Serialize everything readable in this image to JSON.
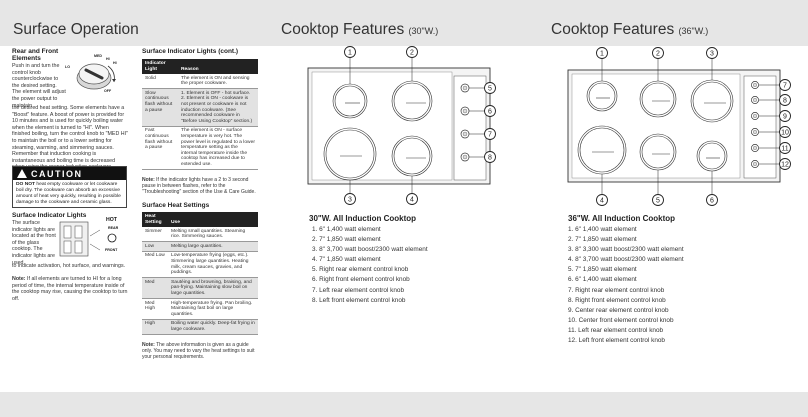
{
  "headers": {
    "surface_operation": "Surface Operation",
    "features_30": {
      "main": "Cooktop Features",
      "sub": "(30\"W.)"
    },
    "features_36": {
      "main": "Cooktop Features",
      "sub": "(36\"W.)"
    }
  },
  "rear_front": {
    "title": "Rear and Front Elements",
    "text_narrow": "Push in and turn the control knob counterclockwise to the desired setting. The element will adjust the power output to maintain",
    "text_wide": "the desired heat setting. Some elements have a \"Boost\" feature. A boost of power is provided for 10 minutes and is used for quickly boiling water when the element is turned to \"HI\". When finished boiling, turn the control knob to \"MED HI\" to maintain the boil or to a lower setting for steaming, warming, and simmering sauces. Remember that induction cooking is instantaneous and boiling time is decreased when using the proper induction cookware.",
    "knob_labels": [
      "MED",
      "HI",
      "LO",
      "HI",
      "OFF"
    ]
  },
  "caution": {
    "title": "CAUTION",
    "text_bold": "DO NOT",
    "text": "heat empty cookware or let cookware boil dry. The cookware can absorb an excessive amount of heat very quickly, resulting in possible damage to the cookware and ceramic glass."
  },
  "indicator_lights": {
    "title": "Surface Indicator Lights",
    "text_narrow": "The surface indicator lights are located at the front of the glass cooktop. The indicator lights are used",
    "text_wide": "to indicate activation, hot surface, and warnings.",
    "hot_label": "HOT",
    "rear_label": "REAR",
    "front_label": "FRONT",
    "note_label": "Note:",
    "note": "If all elements are turned to HI for a long period of time, the internal temperature inside of the cooktop may rise, causing the cooktop to turn off."
  },
  "indicator_table": {
    "title": "Surface Indicator Lights (cont.)",
    "headers": [
      "Indicator Light",
      "Reason"
    ],
    "rows": [
      {
        "light": "Solid",
        "reason": "The element is ON and sensing the proper cookware."
      },
      {
        "light": "Slow continuous flash without a pause",
        "reason": "1. Element is OFF - hot surface. 2. Element is ON - cookware is not present or cookware is not induction cookware. (See recommended cookware in \"Before Using Cooktop\" section.)"
      },
      {
        "light": "Fast continuous flash without a pause",
        "reason": "The element is ON - surface temperature is very hot. The power level is regulated to a lower temperature setting as the internal temperature inside the cooktop has increased due to extended use."
      }
    ],
    "note_label": "Note:",
    "note": "If the indicator lights have a 2 to 3 second pause in between flashes, refer to the \"Troubleshooting\" section of the Use & Care Guide."
  },
  "heat_table": {
    "title": "Surface Heat Settings",
    "headers": [
      "Heat Setting",
      "Use"
    ],
    "rows": [
      {
        "setting": "Simmer",
        "use": "Melting small quantities. Steaming rice. Simmering sauces."
      },
      {
        "setting": "Low",
        "use": "Melting large quantities."
      },
      {
        "setting": "Med Low",
        "use": "Low-temperature frying (eggs, etc.). Simmering large quantities. Heating milk, cream sauces, gravies, and puddings."
      },
      {
        "setting": "Med",
        "use": "Sautéing and browning, braising, and pan-frying. Maintaining slow boil on large quantities."
      },
      {
        "setting": "Med High",
        "use": "High-temperature frying. Pan broiling. Maintaining fast boil on large quantities."
      },
      {
        "setting": "High",
        "use": "Boiling water quickly. Deep-fat frying in large cookware."
      }
    ],
    "note_label": "Note:",
    "note": "The above information is given as a guide only. You may need to vary the heat settings to suit your personal requirements."
  },
  "cooktop_30": {
    "title": "30\"W. All Induction Cooktop",
    "callouts": [
      "1",
      "2",
      "3",
      "4",
      "5",
      "6",
      "7",
      "8"
    ],
    "items": [
      "1.  6\" 1,400 watt element",
      "2.  7\" 1,850 watt element",
      "3.  8\" 3,700 watt boost/2300 watt element",
      "4.  7\" 1,850 watt element",
      "5.  Right rear element control knob",
      "6.  Right front element control knob",
      "7.  Left rear element control knob",
      "8.  Left front element control knob"
    ]
  },
  "cooktop_36": {
    "title": "36\"W. All Induction Cooktop",
    "callouts": [
      "1",
      "2",
      "3",
      "4",
      "5",
      "6",
      "7",
      "8",
      "9",
      "10",
      "11",
      "12"
    ],
    "items": [
      "1.  6\" 1,400 watt element",
      "2.  7\" 1,850 watt element",
      "3.  8\" 3,300 watt boost/2300 watt element",
      "4.  8\" 3,700 watt boost/2300 watt element",
      "5.  7\" 1,850 watt element",
      "6.  6\" 1,400 watt element",
      "7.  Right rear element control knob",
      "8.  Right front element control knob",
      "9.  Center rear element control knob",
      "10. Center front element control knob",
      "11. Left rear element control knob",
      "12. Left front element control knob"
    ]
  }
}
